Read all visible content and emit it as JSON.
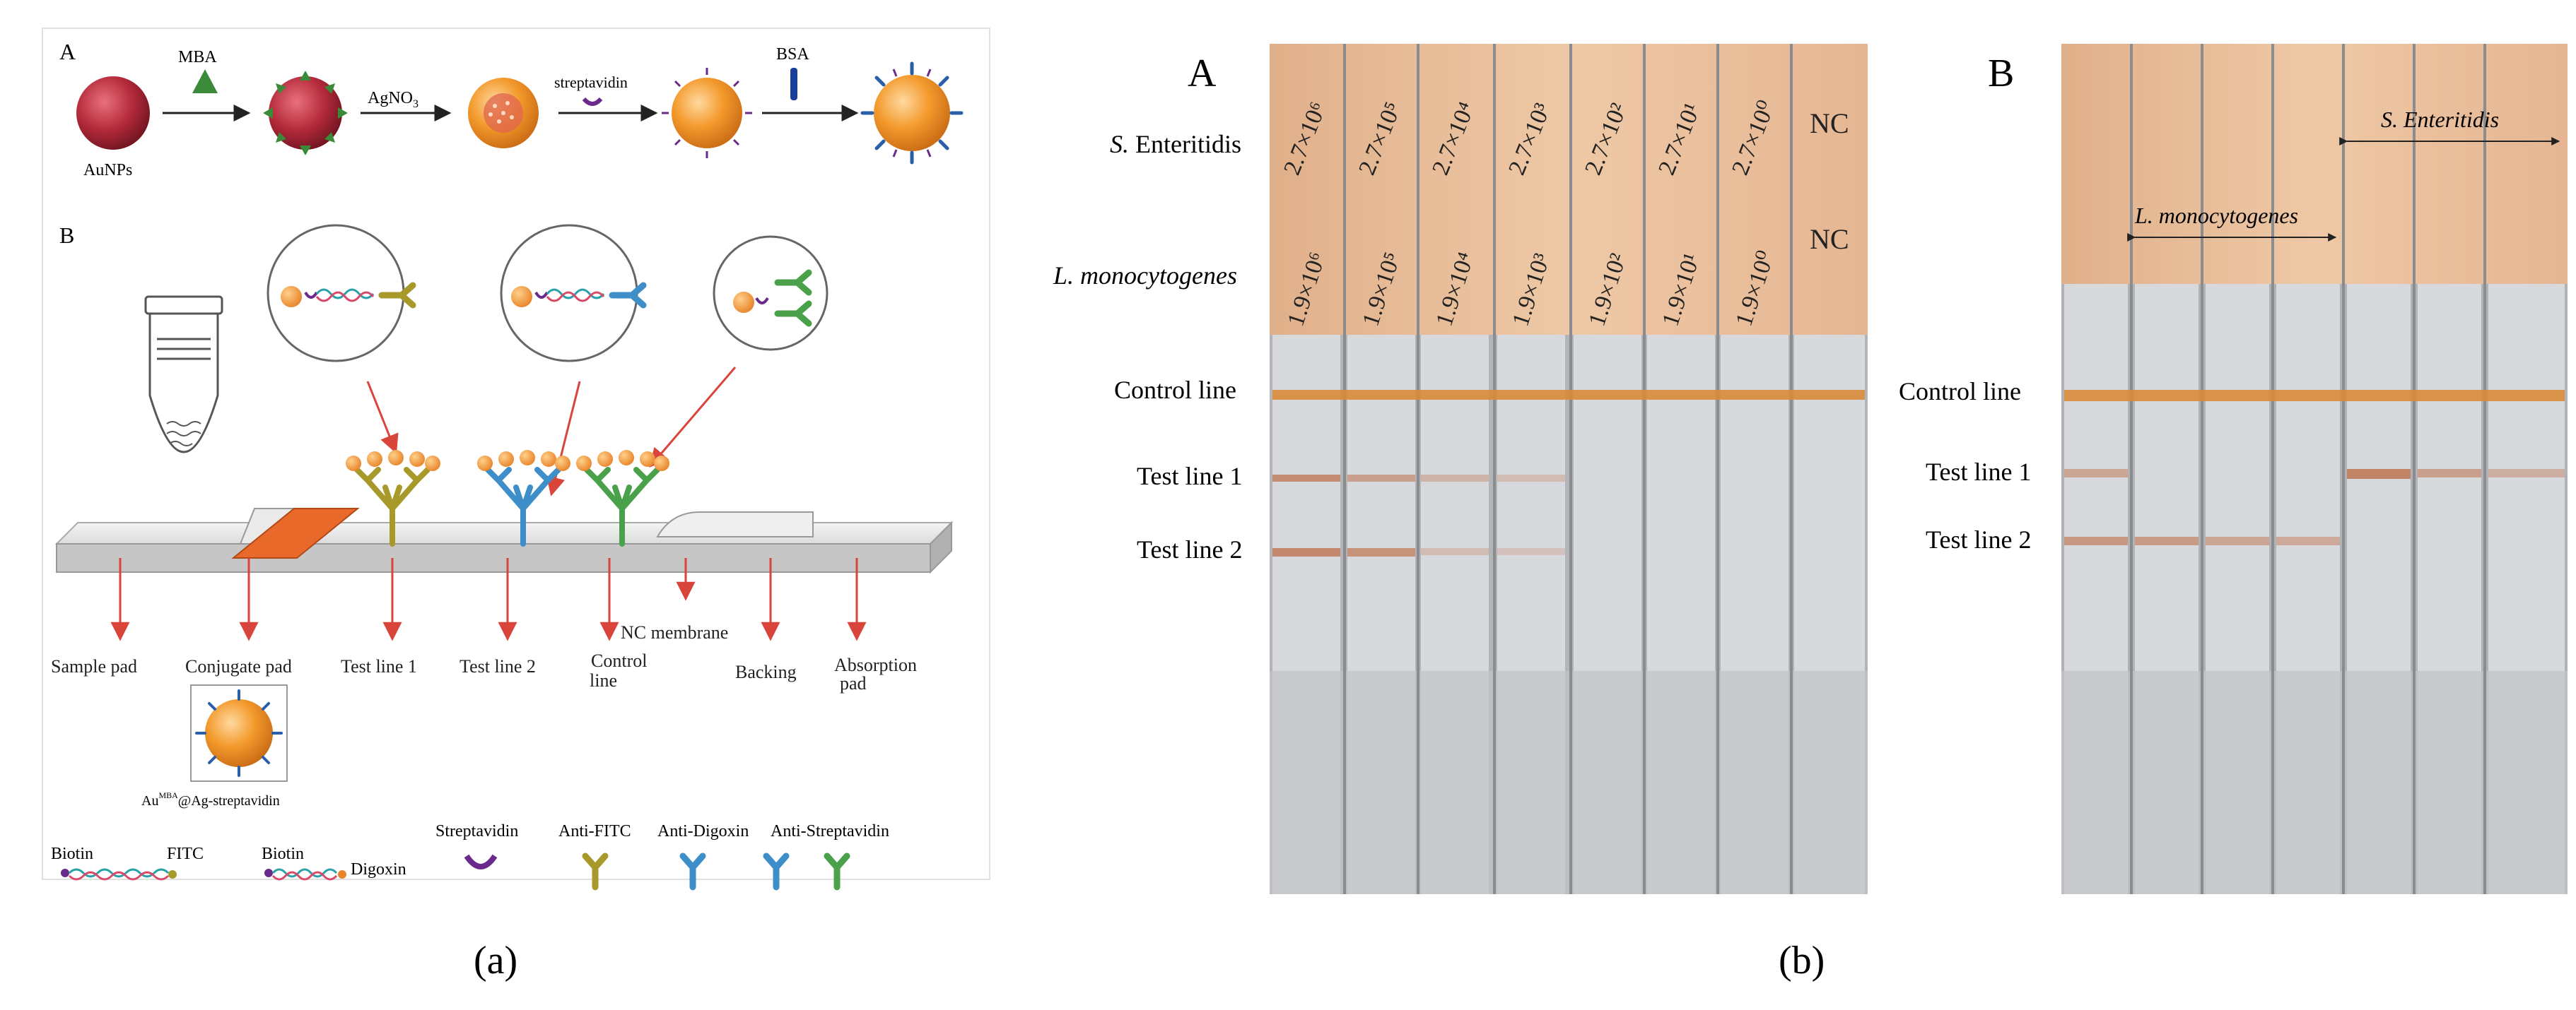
{
  "panel_a": {
    "caption": "(a)",
    "section_a_label": "A",
    "section_b_label": "B",
    "synthesis": {
      "aunp_label": "AuNPs",
      "step1_label": "MBA",
      "step2_label": "AgNO",
      "step2_subscript": "3",
      "step3_label": "streptavidin",
      "step4_label": "BSA"
    },
    "strip_parts": {
      "sample_pad": "Sample pad",
      "conjugate_pad": "Conjugate pad",
      "test_line_1": "Test line 1",
      "test_line_2": "Test line 2",
      "control_line_1": "Control",
      "control_line_2": "line",
      "nc_membrane": "NC membrane",
      "backing": "Backing",
      "absorption_pad_1": "Absorption",
      "absorption_pad_2": "pad"
    },
    "conjugate_label_prefix": "Au",
    "conjugate_label_sup": "MBA",
    "conjugate_label_suffix": "@Ag-streptavidin",
    "legend": {
      "biotin_1": "Biotin",
      "fitc": "FITC",
      "biotin_2": "Biotin",
      "digoxin": "Digoxin",
      "streptavidin": "Streptavidin",
      "anti_fitc": "Anti-FITC",
      "anti_digoxin": "Anti-Digoxin",
      "anti_streptavidin": "Anti-Streptavidin"
    },
    "colors": {
      "aunp": "#b42a3a",
      "core_orange": "#f39a2c",
      "pad_orange": "#e8692a",
      "arrow_red": "#d9453a",
      "fitc_antibody": "#a89a2a",
      "digoxin_antibody": "#3d8ec9",
      "strep_antibody": "#4aa14a",
      "streptavidin": "#6a2a8c"
    }
  },
  "panel_b": {
    "caption": "(b)",
    "photo_a_label": "A",
    "photo_b_label": "B",
    "s_enteritidis_prefix": "S.",
    "s_enteritidis_name": "Enteritidis",
    "l_mono_prefix": "L.",
    "l_mono_name": "monocytogenes",
    "row_labels": {
      "control": "Control line",
      "test1": "Test line 1",
      "test2": "Test line 2"
    },
    "photo_a_s_concentrations": [
      "2.7×10⁶",
      "2.7×10⁵",
      "2.7×10⁴",
      "2.7×10³",
      "2.7×10²",
      "2.7×10¹",
      "2.7×10⁰",
      "NC"
    ],
    "photo_a_l_concentrations": [
      "1.9×10⁶",
      "1.9×10⁵",
      "1.9×10⁴",
      "1.9×10³",
      "1.9×10²",
      "1.9×10¹",
      "1.9×10⁰",
      "NC"
    ],
    "photo_b_l_label": "L. monocytogenes",
    "photo_b_s_label": "S. Enteritidis"
  }
}
